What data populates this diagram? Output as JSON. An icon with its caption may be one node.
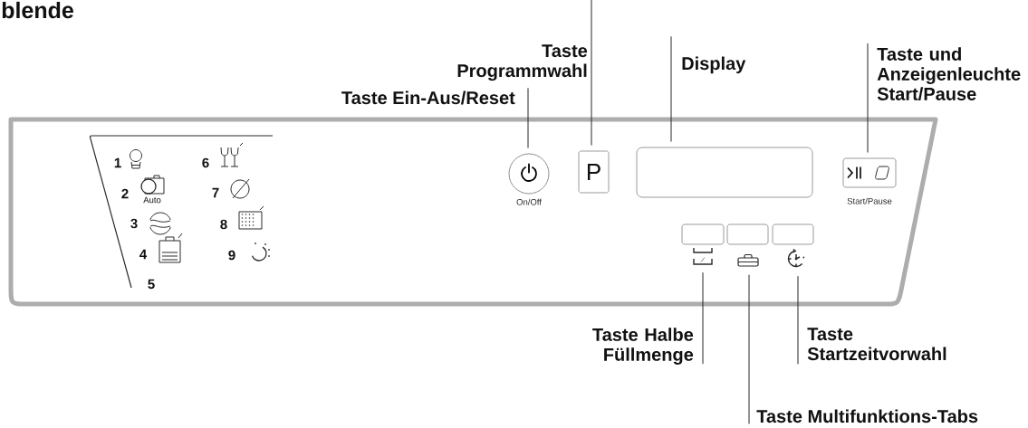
{
  "diagram": {
    "title": "blende",
    "nodes": [
      {
        "text": [
          "Taste Programmwahl"
        ]
      },
      {
        "text": [
          "Display"
        ]
      },
      {
        "text": [
          "Taste und Anzeigenleuchte Start/Pause"
        ]
      },
      {
        "text": [
          "Taste Ein-Aus/Reset"
        ]
      },
      {
        "text": [],
        "shape": "box"
      },
      {
        "text": [],
        "shape": "circle",
        "beside": [
          "On/Off"
        ],
        "in": 4
      },
      {
        "text": [
          "P"
        ],
        "in": 4
      },
      {
        "text": [],
        "shape": "box",
        "in": 4
      },
      {
        "text": [],
        "shape": "box",
        "beside": [
          "Start/Pause"
        ],
        "in": 4
      },
      {
        "text": [],
        "shape": "box",
        "in": 4
      },
      {
        "text": [],
        "shape": "box",
        "in": 4
      },
      {
        "text": [],
        "shape": "box",
        "in": 4
      },
      {
        "text": [],
        "shape": "picture",
        "in": 4
      },
      {
        "text": [],
        "shape": "picture",
        "in": 4
      },
      {
        "text": [],
        "shape": "picture",
        "in": 4
      },
      {
        "text": [
          "Taste Halbe Füllmenge"
        ]
      },
      {
        "text": [
          "Taste Startzeitvorwahl"
        ]
      },
      {
        "text": [
          "Taste Multifunktions-Tabs"
        ]
      }
    ],
    "edges": [
      {
        "from": 3,
        "to": 5,
        "arrow": "none"
      },
      {
        "from": 0,
        "to": 6,
        "arrow": "none"
      },
      {
        "from": 1,
        "to": 7,
        "arrow": "none"
      },
      {
        "from": 2,
        "to": 8,
        "arrow": "none"
      },
      {
        "from": 15,
        "to": 12,
        "arrow": "none"
      },
      {
        "from": 17,
        "to": 13,
        "arrow": "none"
      },
      {
        "from": 16,
        "to": 14,
        "arrow": "none"
      }
    ],
    "labels": [
      "1",
      "6",
      "2",
      "7",
      "Auto",
      "3",
      "8",
      "4",
      "9",
      "5"
    ]
  }
}
